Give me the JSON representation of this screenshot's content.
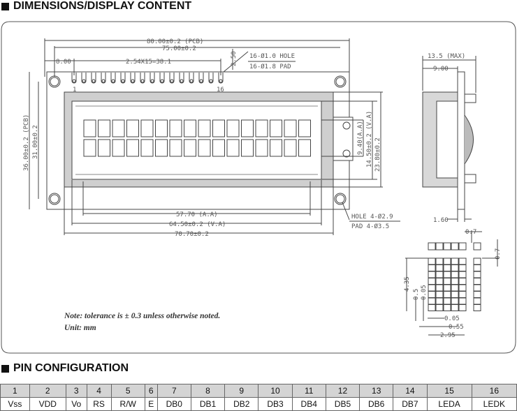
{
  "sections": {
    "dimensions_title": "DIMENSIONS/DISPLAY CONTENT",
    "pin_title": "PIN CONFIGURATION"
  },
  "drawing": {
    "pcb_width": "80.00±0.2 (PCB)",
    "hole_span": "75.00±0.2",
    "pin_offset": "8.00",
    "pin_pitch": "2.54X15=38.1",
    "pin_margin": "2.50",
    "pin_hole": "16-Ø1.0 HOLE",
    "pin_pad": "16-Ø1.8 PAD",
    "pin_first": "1",
    "pin_last": "16",
    "pcb_height": "36.00±0.2 (PCB)",
    "hole_height": "31.00±0.2",
    "aa_height": "9.40(A.A)",
    "va_height": "14.50±0.2 (V.A)",
    "bezel_height": "23.80±0.2",
    "aa_width": "57.70 (A.A)",
    "va_width": "64.50±0.2 (V.A)",
    "bezel_width": "70.70±0.2",
    "mount_hole": "HOLE 4-Ø2.9",
    "mount_pad": "PAD  4-Ø3.5",
    "side_max": "13.5 (MAX)",
    "side_depth": "9.00",
    "pcb_thickness": "1.60",
    "dot_gap_x": "0.7",
    "dot_gap_y": "0.7",
    "char_height": "4.35",
    "dot_size": "0.5",
    "dot_gap": "0.05",
    "dot_gap_h": "0.05",
    "dot_pitch": "0.55",
    "char_width": "2.95"
  },
  "notes": {
    "tolerance": "Note: tolerance is ± 0.3 unless otherwise noted.",
    "unit": "Unit: mm"
  },
  "pins": {
    "numbers": [
      "1",
      "2",
      "3",
      "4",
      "5",
      "6",
      "7",
      "8",
      "9",
      "10",
      "11",
      "12",
      "13",
      "14",
      "15",
      "16"
    ],
    "names": [
      "Vss",
      "VDD",
      "Vo",
      "RS",
      "R/W",
      "E",
      "DB0",
      "DB1",
      "DB2",
      "DB3",
      "DB4",
      "DB5",
      "DB6",
      "DB7",
      "LEDA",
      "LEDK"
    ]
  }
}
